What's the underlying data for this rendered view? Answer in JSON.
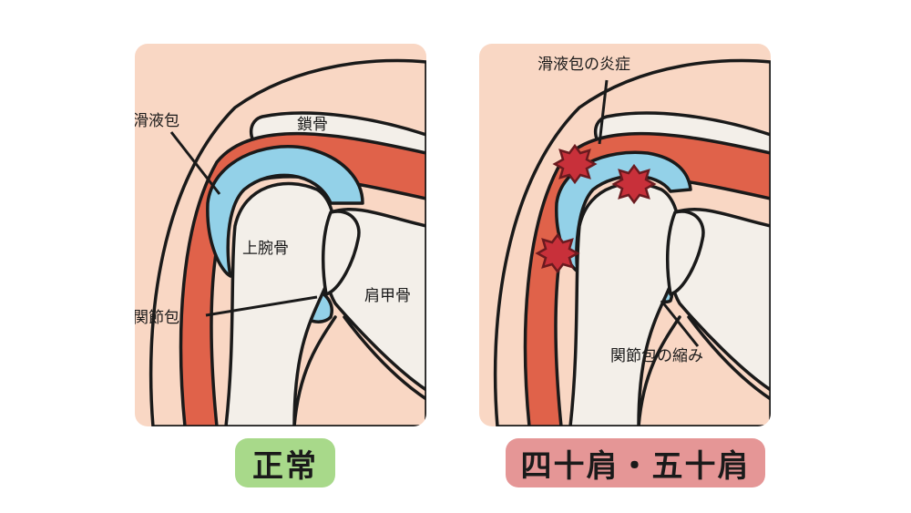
{
  "panels": {
    "normal": {
      "labels": {
        "bursa": "滑液包",
        "clavicle": "鎖骨",
        "humerus": "上腕骨",
        "scapula": "肩甲骨",
        "capsule": "関節包"
      },
      "badge": "正常"
    },
    "frozen": {
      "labels": {
        "bursitis": "滑液包の炎症",
        "capsule_shrink": "関節包の縮み"
      },
      "badge": "四十肩・五十肩"
    }
  },
  "colors": {
    "skin": "#f9d7c4",
    "bone": "#f3efe9",
    "muscle": "#e0624a",
    "bursa_fluid": "#93d1e8",
    "inflammation": "#c8303a",
    "outline": "#1a1a1a",
    "badge_normal": "#a8d98a",
    "badge_frozen": "#e59696"
  }
}
